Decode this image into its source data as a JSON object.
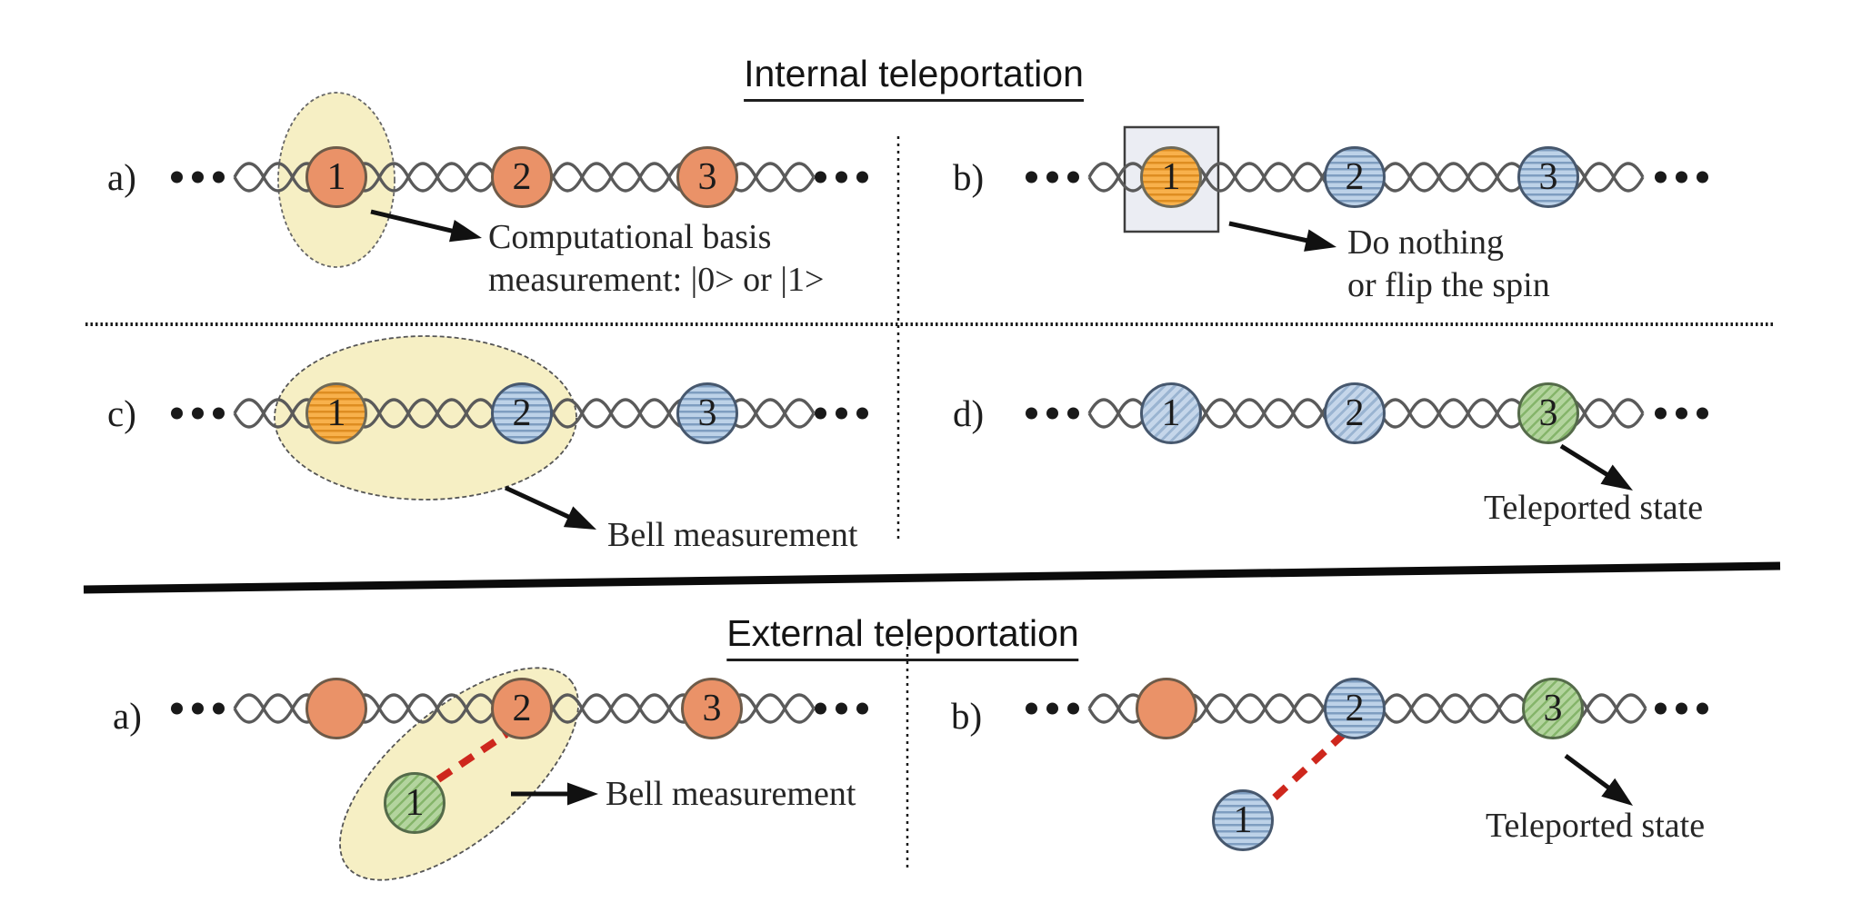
{
  "internal": {
    "title": "Internal teleportation",
    "a": {
      "label": "a)",
      "spin1": "1",
      "spin2": "2",
      "spin3": "3",
      "note1": "Computational basis",
      "note2": "measurement: |0> or |1>"
    },
    "b": {
      "label": "b)",
      "spin1": "1",
      "spin2": "2",
      "spin3": "3",
      "note1": "Do nothing",
      "note2": "or flip the spin"
    },
    "c": {
      "label": "c)",
      "spin1": "1",
      "spin2": "2",
      "spin3": "3",
      "note": "Bell measurement"
    },
    "d": {
      "label": "d)",
      "spin1": "1",
      "spin2": "2",
      "spin3": "3",
      "note": "Teleported state"
    }
  },
  "external": {
    "title": "External teleportation",
    "a": {
      "label": "a)",
      "spin2": "2",
      "spin3": "3",
      "teleport_spin": "1",
      "note": "Bell measurement"
    },
    "b": {
      "label": "b)",
      "spin2": "2",
      "spin3": "3",
      "teleport_spin": "1",
      "note": "Teleported state"
    }
  },
  "colors": {
    "spin_orange_solid": "#EA9268",
    "spin_orange_hatched": "#F8B14C",
    "spin_blue_hatched": "#BDD2E8",
    "spin_green_hatched": "#B3D49E",
    "highlight_yellow": "#F6EFC4",
    "measurement_box_gray": "#EBEDF3",
    "entanglement_red": "#CE271D",
    "chain_gray": "#5A5A5A"
  }
}
